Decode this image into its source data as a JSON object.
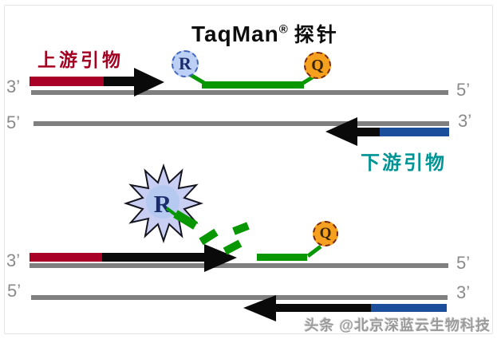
{
  "title": {
    "brand": "TaqMan",
    "registered_mark": "®",
    "suffix": "探针"
  },
  "top_panel": {
    "upstream_primer_label": "上游引物",
    "downstream_primer_label": "下游引物",
    "reporter_label": "R",
    "quencher_label": "Q",
    "strand1": {
      "left_end": "3’",
      "right_end": "5’"
    },
    "strand2": {
      "left_end": "5’",
      "right_end": "3’"
    }
  },
  "bottom_panel": {
    "released_reporter_label": "R",
    "quencher_label": "Q",
    "strand1": {
      "left_end": "3’",
      "right_end": "5’"
    },
    "strand2": {
      "left_end": "5’",
      "right_end": "3’"
    }
  },
  "watermark": "头条 @北京深蓝云生物科技",
  "colors": {
    "upstream_primer_red": "#a80026",
    "downstream_label_teal": "#009494",
    "probe_green": "#089700",
    "quencher_orange": "#f5a01e",
    "reporter_fill_blue": "#bccff4",
    "reporter_text_navy": "#1b2c6b",
    "template_strand_gray": "#7f7f7f",
    "primer_black": "#0a0a0a",
    "downstream_primer_blue": "#1b4e9b",
    "starburst_fill": "#c9cef3"
  }
}
